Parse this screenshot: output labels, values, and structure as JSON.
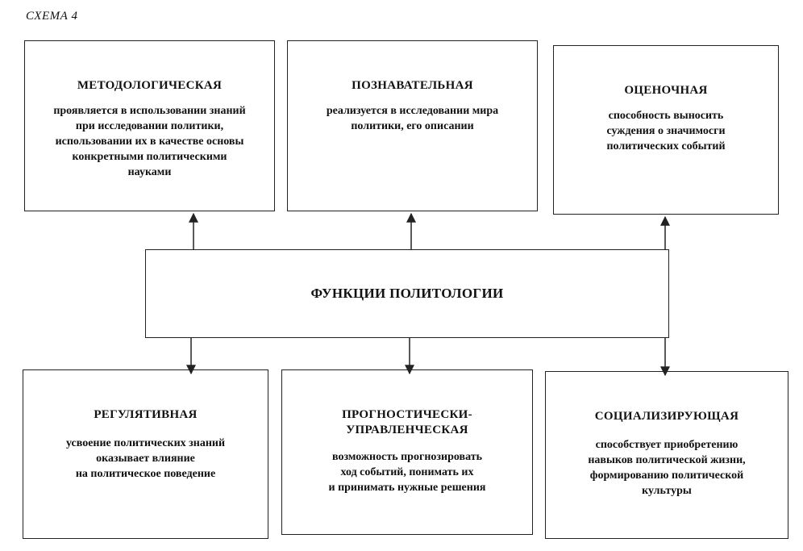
{
  "scheme_label": "СХЕМА 4",
  "center": {
    "title": "ФУНКЦИИ ПОЛИТОЛОГИИ"
  },
  "functions": [
    {
      "title": "МЕТОДОЛОГИЧЕСКАЯ",
      "description": [
        "проявляется в использовании знаний",
        "при исследовании политики,",
        "использовании их в качестве основы",
        "конкретными политическими",
        "науками"
      ]
    },
    {
      "title": "ПОЗНАВАТЕЛЬНАЯ",
      "description": [
        "реализуется в исследовании мира",
        "политики, его описании"
      ]
    },
    {
      "title": "ОЦЕНОЧНАЯ",
      "description": [
        "способность выносить",
        "суждения о значимосги",
        "политических событий"
      ]
    },
    {
      "title": "РЕГУЛЯТИВНАЯ",
      "description": [
        "усвоение политических знаний",
        "оказывает влияние",
        "на политическое поведение"
      ]
    },
    {
      "title": [
        "ПРОГНОСТИЧЕСКИ-",
        "УПРАВЛЕНЧЕСКАЯ"
      ],
      "description": [
        "возможность прогнозировать",
        "ход событий, понимать их",
        "и принимать нужные решения"
      ]
    },
    {
      "title": "СОЦИАЛИЗИРУЮЩАЯ",
      "description": [
        "способствует приобретению",
        "навыков политической жизни,",
        "формированию политической",
        "культуры"
      ]
    }
  ]
}
